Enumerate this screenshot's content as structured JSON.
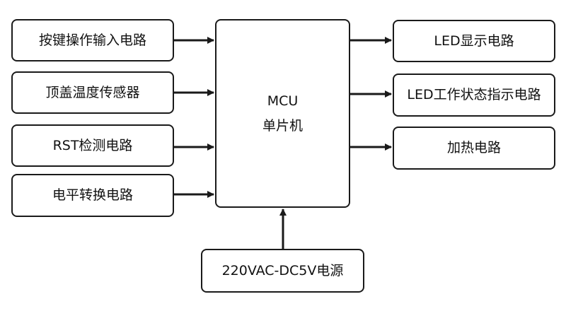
{
  "diagram": {
    "inputs": [
      {
        "label": "按键操作输入电路"
      },
      {
        "label": "顶盖温度传感器"
      },
      {
        "label": "RST检测电路"
      },
      {
        "label": "电平转换电路"
      }
    ],
    "core": {
      "line1": "MCU",
      "line2": "单片机"
    },
    "outputs": [
      {
        "label": "LED显示电路"
      },
      {
        "label": "LED工作状态指示电路"
      },
      {
        "label": "加热电路"
      }
    ],
    "power": {
      "label": "220VAC-DC5V电源"
    },
    "colors": {
      "stroke": "#1a1a1a",
      "background": "#ffffff"
    }
  }
}
